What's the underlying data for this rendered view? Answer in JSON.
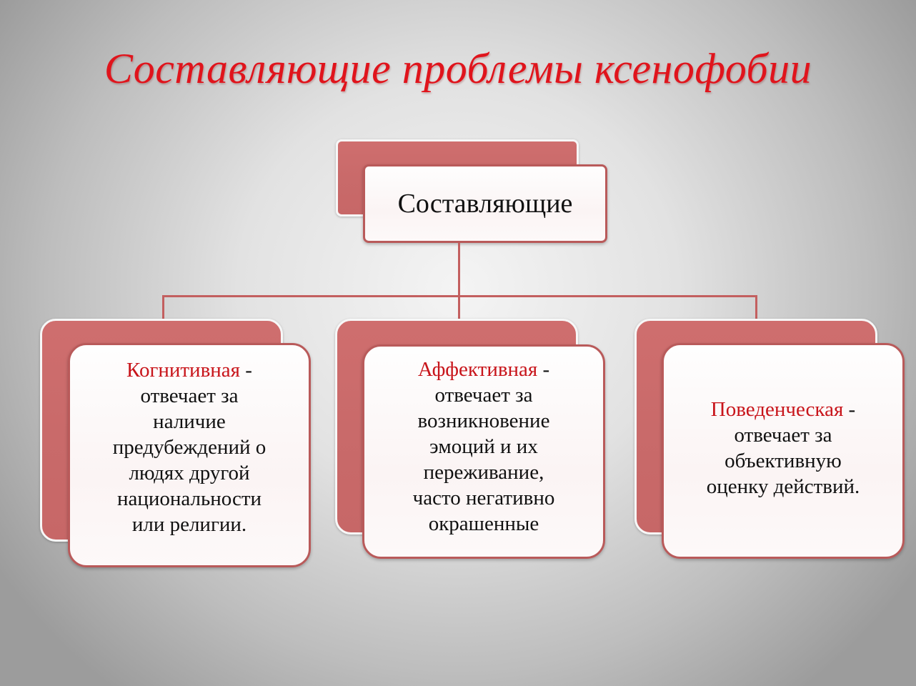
{
  "title": "Составляющие проблемы ксенофобии",
  "root": {
    "label": "Составляющие"
  },
  "components": [
    {
      "term": "Когнитивная",
      "dash": " -",
      "lines": [
        "отвечает за",
        "наличие",
        "предубеждений о",
        "людях другой",
        "национальности",
        "или религии."
      ]
    },
    {
      "term": "Аффективная",
      "dash": " -",
      "lines": [
        "отвечает за",
        "возникновение",
        "эмоций и их",
        "переживание,",
        "часто негативно",
        "окрашенные"
      ]
    },
    {
      "term": "Поведенческая",
      "dash": " -",
      "lines": [
        "отвечает за",
        "объективную",
        "оценку действий."
      ]
    }
  ],
  "colors": {
    "title": "#e0141c",
    "term": "#c8151b",
    "box_back": "#c96a6a",
    "box_border": "#b95a5a",
    "connector": "#c35f5f"
  }
}
